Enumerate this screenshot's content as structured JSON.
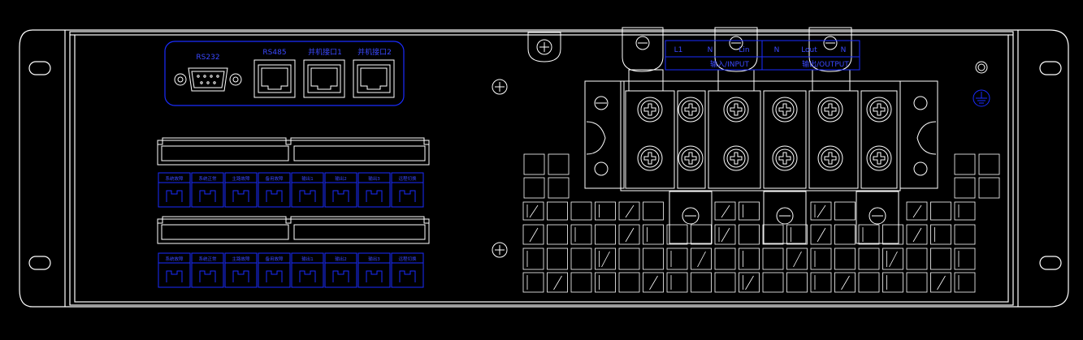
{
  "colors": {
    "background": "#000000",
    "line": "#ffffff",
    "blue": "#1a2cff",
    "text_blue": "#3a48ff"
  },
  "ports": {
    "rs232": "RS232",
    "rs485": "RS485",
    "parallel1": "并机接口1",
    "parallel2": "并机接口2"
  },
  "terminal_labels": {
    "l1": "L1",
    "n1": "N",
    "lin": "Lin",
    "n2": "N",
    "lout": "Lout",
    "n3": "N",
    "input": "输入/INPUT",
    "output": "输出/OUTPUT"
  },
  "dry_contact_labels": [
    "系统故障",
    "系统正常",
    "主路故障",
    "备用故障",
    "输出1",
    "输出2",
    "输出3",
    "远程切换"
  ],
  "icons": [
    "screw-icon",
    "ground-symbol-icon",
    "mounting-hole-icon",
    "rj45-port-icon",
    "db9-connector-icon",
    "terminal-screw-icon",
    "ring-lug-icon"
  ]
}
